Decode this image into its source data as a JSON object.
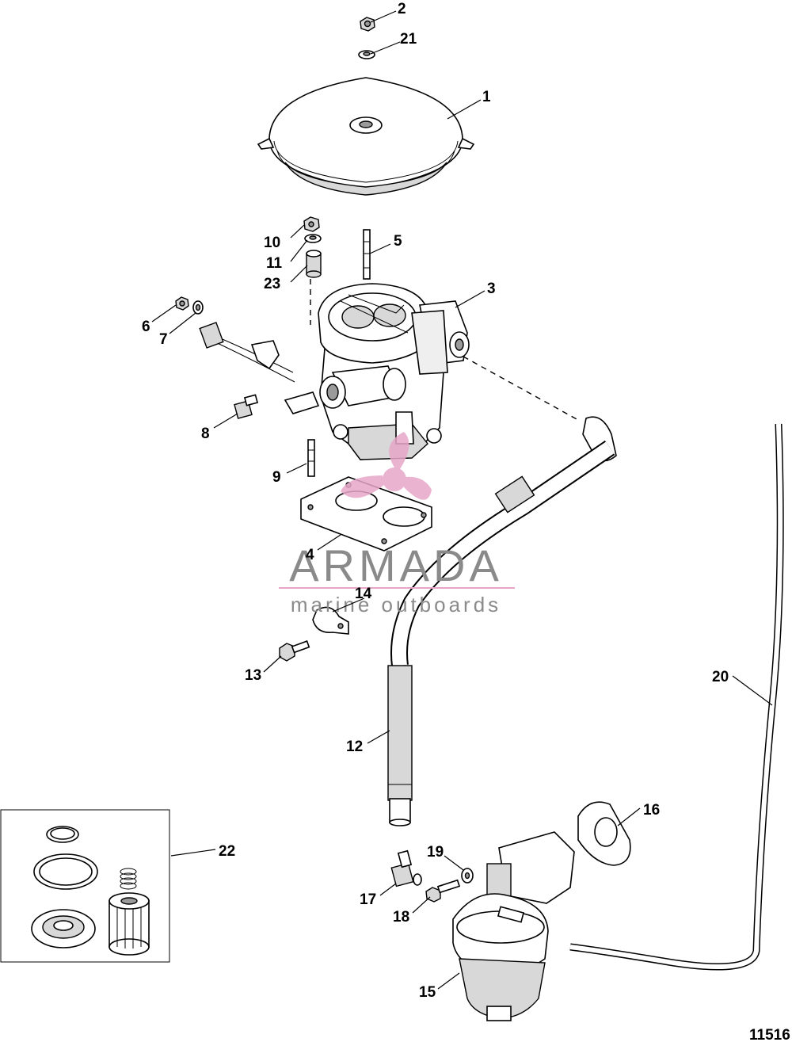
{
  "diagram": {
    "callouts": [
      "1",
      "2",
      "3",
      "4",
      "5",
      "6",
      "7",
      "8",
      "9",
      "10",
      "11",
      "12",
      "13",
      "14",
      "15",
      "16",
      "17",
      "18",
      "19",
      "20",
      "21",
      "22",
      "23"
    ],
    "figure_number": "11516"
  },
  "watermark": {
    "brand": "ARMADA",
    "tagline": "marine outboards",
    "accent_color": "#e7a6c8",
    "text_color": "#8a8a8a"
  }
}
